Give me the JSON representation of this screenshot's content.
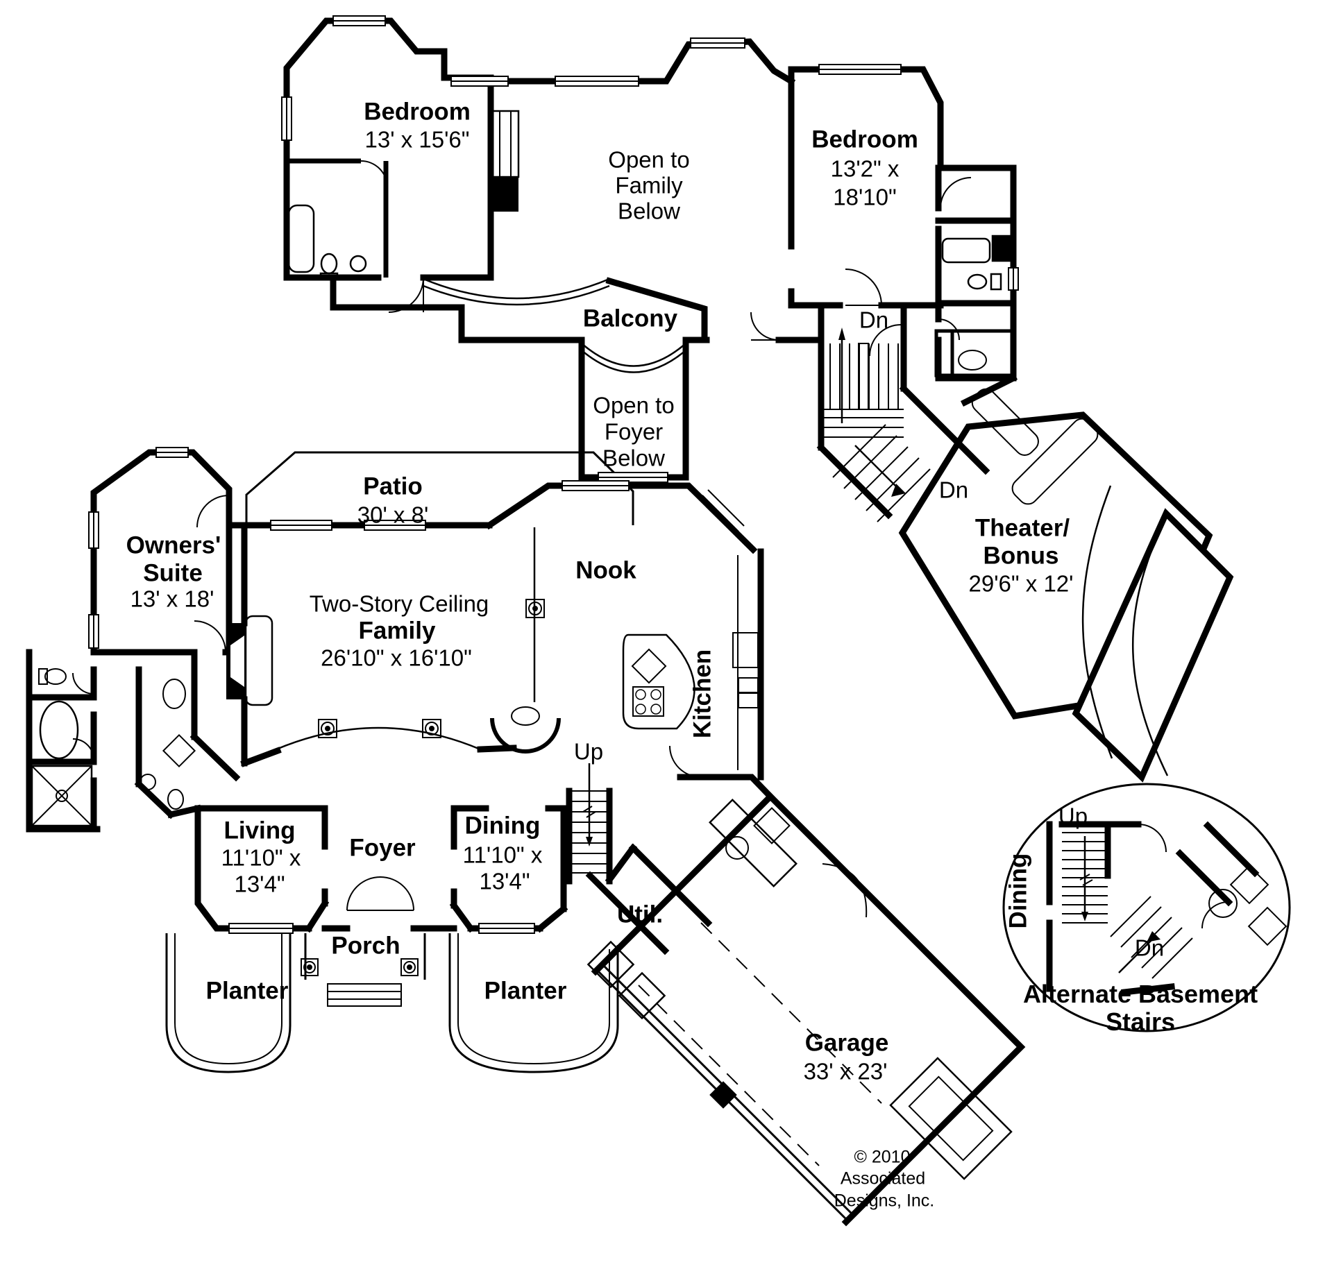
{
  "floorplan": {
    "upper": {
      "bedroom1": {
        "title": "Bedroom",
        "dims": "13' x 15'6\""
      },
      "open_family": {
        "l1": "Open to",
        "l2": "Family",
        "l3": "Below"
      },
      "bedroom2": {
        "title": "Bedroom",
        "d1": "13'2\" x",
        "d2": "18'10\""
      },
      "balcony": "Balcony",
      "dn_stairs": "Dn",
      "open_foyer": {
        "l1": "Open to",
        "l2": "Foyer",
        "l3": "Below"
      },
      "dn_theater": "Dn",
      "theater": {
        "t1": "Theater/",
        "t2": "Bonus",
        "dims": "29'6\" x 12'"
      }
    },
    "main": {
      "patio": {
        "title": "Patio",
        "dims": "30' x 8'"
      },
      "owners": {
        "t1": "Owners'",
        "t2": "Suite",
        "dims": "13' x 18'"
      },
      "family": {
        "pre": "Two-Story Ceiling",
        "title": "Family",
        "dims": "26'10\" x 16'10\""
      },
      "nook": "Nook",
      "kitchen": "Kitchen",
      "up": "Up",
      "living": {
        "title": "Living",
        "d1": "11'10\" x",
        "d2": "13'4\""
      },
      "foyer": "Foyer",
      "dining": {
        "title": "Dining",
        "d1": "11'10\" x",
        "d2": "13'4\""
      },
      "util": "Util.",
      "porch": "Porch",
      "planter_left": "Planter",
      "planter_right": "Planter",
      "garage": {
        "title": "Garage",
        "dims": "33' x 23'"
      }
    },
    "inset": {
      "up": "Up",
      "dining": "Dining",
      "dn": "Dn",
      "caption1": "Alternate Basement",
      "caption2": "Stairs"
    },
    "copyright": {
      "l1": "© 2010",
      "l2": "Associated",
      "l3": "Designs, Inc."
    },
    "colors": {
      "ink": "#000000",
      "paper": "#ffffff"
    }
  }
}
